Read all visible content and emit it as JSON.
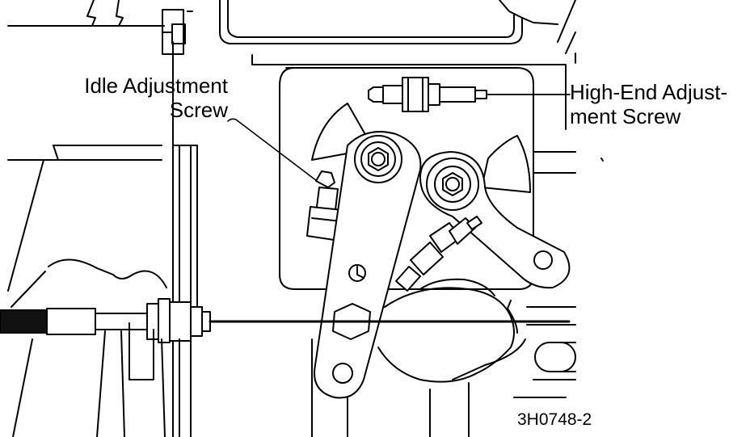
{
  "labels": {
    "idle_adjustment_screw": [
      "Idle Adjustment",
      "Screw"
    ],
    "high_end_adjustment_screw": [
      "High-End Adjust-",
      "ment Screw"
    ]
  },
  "figure_number": "3H0748-2"
}
